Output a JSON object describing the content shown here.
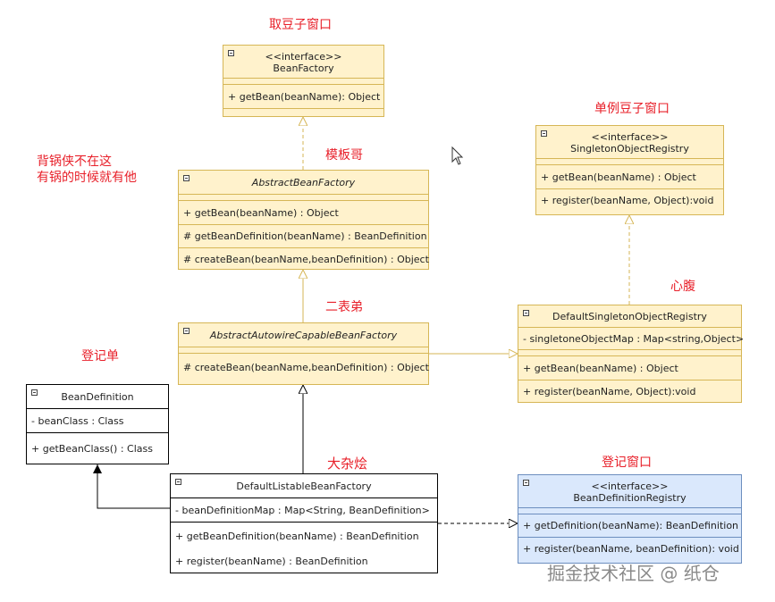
{
  "annotations": {
    "bean_factory": "取豆子窗口",
    "singleton_registry": "单例豆子窗口",
    "abstract_bean_factory": "模板哥",
    "side_note": "背锅侠不在这\n有锅的时候就有他",
    "default_singleton": "心腹",
    "autowire": "二表弟",
    "bean_definition": "登记单",
    "default_listable": "大杂烩",
    "definition_registry": "登记窗口"
  },
  "classes": {
    "bean_factory": {
      "stereotype": "<<interface>>",
      "name": "BeanFactory",
      "methods": [
        "+ getBean(beanName): Object"
      ]
    },
    "singleton_registry": {
      "stereotype": "<<interface>>",
      "name": "SingletonObjectRegistry",
      "methods": [
        "+ getBean(beanName) : Object",
        "+ register(beanName, Object):void"
      ]
    },
    "abstract_bean_factory": {
      "name": "AbstractBeanFactory",
      "methods": [
        "+ getBean(beanName) : Object",
        "# getBeanDefinition(beanName) : BeanDefinition",
        "# createBean(beanName,beanDefinition) : Object"
      ]
    },
    "default_singleton": {
      "name": "DefaultSingletonObjectRegistry",
      "fields": [
        "- singletoneObjectMap : Map<string,Object>"
      ],
      "methods": [
        "+ getBean(beanName) : Object",
        "+ register(beanName, Object):void"
      ]
    },
    "autowire": {
      "name": "AbstractAutowireCapableBeanFactory",
      "methods": [
        "# createBean(beanName,beanDefinition) : Object"
      ]
    },
    "bean_definition": {
      "name": "BeanDefinition",
      "fields": [
        "- beanClass : Class"
      ],
      "methods": [
        "+ getBeanClass() : Class"
      ]
    },
    "default_listable": {
      "name": "DefaultListableBeanFactory",
      "fields": [
        "- beanDefinitionMap : Map<String, BeanDefinition>"
      ],
      "methods": [
        "+ getBeanDefinition(beanName) : BeanDefinition",
        "+ register(beanName) : BeanDefinition"
      ]
    },
    "definition_registry": {
      "stereotype": "<<interface>>",
      "name": "BeanDefinitionRegistry",
      "methods": [
        "+ getDefinition(beanName): BeanDefinition",
        "+ register(beanName, beanDefinition): void"
      ]
    }
  },
  "watermark": "掘金技术社区 @ 纸仓",
  "colors": {
    "class_fill": "#fff2cc",
    "class_border": "#d6b656",
    "interface_blue_fill": "#dae8fc",
    "interface_blue_border": "#6c8ebf",
    "annotation_red": "#e8202a"
  }
}
